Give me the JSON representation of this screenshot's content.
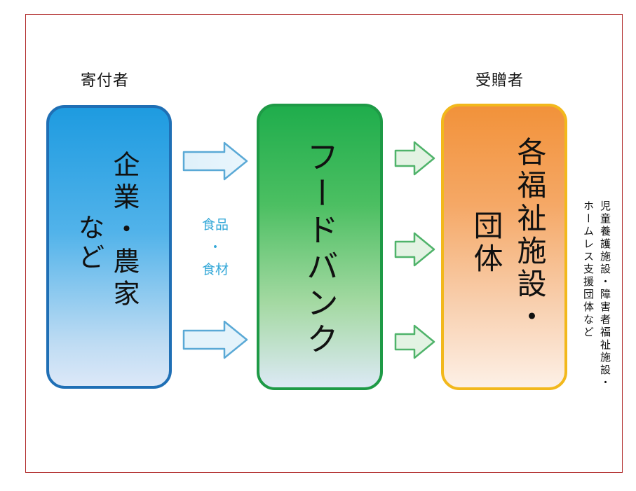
{
  "headings": {
    "donor": "寄付者",
    "recipient": "受贈者"
  },
  "boxes": {
    "donor": {
      "line1": "企業・農家",
      "line2": "など"
    },
    "foodbank": {
      "line1": "フードバンク"
    },
    "recipient": {
      "line1": "各福祉施設・",
      "line2": "団体"
    }
  },
  "flow_label": {
    "top": "食品",
    "dot": "・",
    "bottom": "食材"
  },
  "side_note": {
    "line1": "児童養護施設・障害者福祉施設・",
    "line2": "ホームレス支援団体など"
  },
  "colors": {
    "frame": "#b02a2a",
    "donor_box": "#2a7fc4",
    "foodbank_box": "#22a84a",
    "recipient_box": "#f2b81c",
    "flow_label": "#34a8d8",
    "arrow_blue": "#5aa9d6",
    "arrow_green": "#4fb36a"
  }
}
